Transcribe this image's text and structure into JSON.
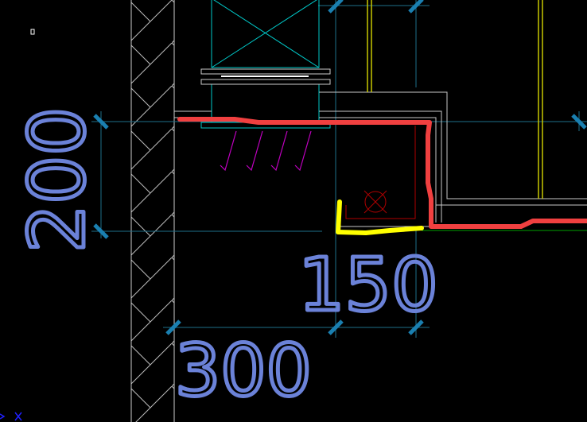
{
  "annotations": {
    "dim_vertical": "200",
    "dim_right": "150",
    "dim_bottom": "300"
  },
  "colors": {
    "background": "#000000",
    "annotation": "#6b82d8",
    "red_markup": "#f04040",
    "yellow_markup": "#ffff00",
    "dimension": "#1e6f8a",
    "tick": "#1a7fb0",
    "duct": "#00c8c8",
    "wall": "#c8c8c8"
  }
}
